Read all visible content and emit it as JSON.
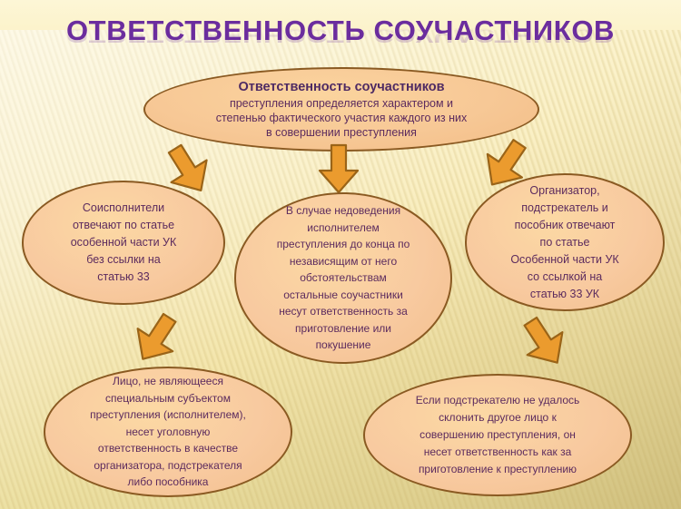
{
  "title": {
    "text": "ОТВЕТСТВЕННОСТЬ СОУЧАСТНИКОВ"
  },
  "colors": {
    "title_purple": "#6b2d9e",
    "ellipse_fill": "#f7c896",
    "ellipse_border": "#8a5a22",
    "arrow_fill": "#eb9b2e",
    "arrow_border": "#9a6418",
    "body_text": "#5c2b5e",
    "background": "#faefc2"
  },
  "nodes": {
    "main": {
      "heading": "Ответственность соучастников",
      "lines": [
        "преступления определяется характером и",
        "степенью фактического участия каждого из них",
        "в совершении преступления"
      ]
    },
    "left": {
      "lines": [
        "Соисполнители",
        "отвечают по статье",
        "особенной части УК",
        "без ссылки на",
        "статью 33"
      ]
    },
    "center": {
      "lines": [
        "В случае недоведения",
        "исполнителем",
        "преступления до конца по",
        "независящим от него",
        "обстоятельствам",
        "остальные соучастники",
        "несут ответственность за",
        "приготовление или",
        "покушение"
      ]
    },
    "right": {
      "lines": [
        "Организатор,",
        "подстрекатель и",
        "пособник отвечают",
        "по статье",
        "Особенной части УК",
        "со ссылкой на",
        "статью 33 УК"
      ]
    },
    "bottom_left": {
      "lines": [
        "Лицо, не являющееся",
        "специальным субъектом",
        "преступления (исполнителем),",
        "несет уголовную",
        "ответственность в качестве",
        "организатора, подстрекателя",
        "либо пособника"
      ]
    },
    "bottom_right": {
      "lines": [
        "Если подстрекателю не удалось",
        "склонить другое лицо к",
        "совершению преступления, он",
        "несет ответственность как за",
        "приготовление к преступлению"
      ]
    }
  },
  "arrows": [
    {
      "name": "arrow-to-left-node",
      "direction": "down-left"
    },
    {
      "name": "arrow-to-center-node",
      "direction": "down"
    },
    {
      "name": "arrow-to-right-node",
      "direction": "down-right"
    },
    {
      "name": "arrow-to-bottom-left-node",
      "direction": "down-right"
    },
    {
      "name": "arrow-to-bottom-right-node",
      "direction": "down-left"
    }
  ]
}
